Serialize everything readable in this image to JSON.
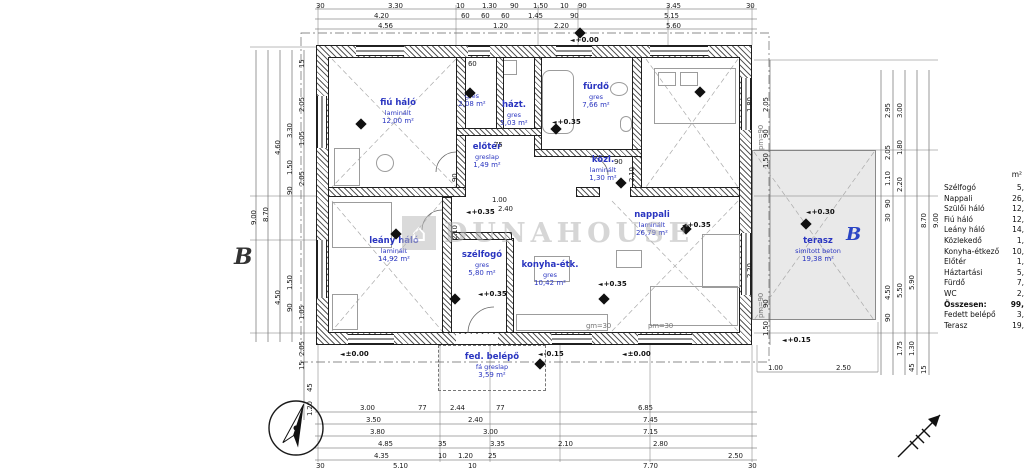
{
  "watermark": {
    "text": "DUNAHOUSE",
    "logo_glyph": "⌂"
  },
  "letters": {
    "section_b": "B"
  },
  "levels": {
    "p000": "+0.00",
    "pm000": "±0.00",
    "p035": "+0.35",
    "p030": "+0.30",
    "p015": "+0.15",
    "m015": "-0.15"
  },
  "rooms": {
    "fiu": {
      "name": "fiú háló",
      "mat": "laminált",
      "area": "12,00 m²"
    },
    "wc": {
      "mat": "gres",
      "area": "2,08 m²"
    },
    "hazt": {
      "name": "házt.",
      "mat": "gres",
      "area": "5,03 m²"
    },
    "furdo": {
      "name": "fürdő",
      "mat": "gres",
      "area": "7,66 m²"
    },
    "eloter": {
      "name": "előtér",
      "mat": "greslap",
      "area": "1,49 m²"
    },
    "kozl": {
      "name": "közl.",
      "mat": "laminált",
      "area": "1,30 m²"
    },
    "nappali": {
      "name": "nappali",
      "mat": "laminált",
      "area": "26,79 m²"
    },
    "leany": {
      "name": "leány háló",
      "mat": "laminált",
      "area": "14,92 m²"
    },
    "szelfogo": {
      "name": "szélfogó",
      "mat": "gres",
      "area": "5,80 m²"
    },
    "konyha": {
      "name": "konyha-étk.",
      "mat": "gres",
      "area": "10,42 m²"
    },
    "terasz": {
      "name": "terasz",
      "mat": "simított beton",
      "area": "19,38 m²"
    },
    "belepo": {
      "name": "fed. belépő",
      "mat": "fá greslap",
      "area": "3,59 m²"
    }
  },
  "legend": {
    "unit_header": "m²",
    "items": [
      {
        "label": "Szélfogó",
        "value": "5,"
      },
      {
        "label": "Nappali",
        "value": "26,"
      },
      {
        "label": "Szülői háló",
        "value": "12,"
      },
      {
        "label": "Fiú háló",
        "value": "12,"
      },
      {
        "label": "Leány háló",
        "value": "14,"
      },
      {
        "label": "Közlekedő",
        "value": "1,"
      },
      {
        "label": "Konyha-étkező",
        "value": "10,"
      },
      {
        "label": "Előtér",
        "value": "1,"
      },
      {
        "label": "Háztartási",
        "value": "5,"
      },
      {
        "label": "Fürdő",
        "value": "7,"
      },
      {
        "label": "WC",
        "value": "2,"
      },
      {
        "label": "Összesen:",
        "value": "99,"
      },
      {
        "label": "Fedett belépő",
        "value": "3,"
      },
      {
        "label": "Terasz",
        "value": "19,"
      }
    ]
  },
  "dims": {
    "top1": [
      "30",
      "3.30",
      "10",
      "1.30",
      "90",
      "1.50",
      "10",
      "90",
      "3.45",
      "30"
    ],
    "top2": [
      "4.20",
      "60",
      "60",
      "60",
      "1.45",
      "90",
      "5.15"
    ],
    "top3": [
      "4.56",
      "1.20",
      "2.20",
      "5.60"
    ],
    "bottom1": [
      "3.00",
      "77",
      "2.44",
      "77",
      "6.85"
    ],
    "bottom2": [
      "3.50",
      "2.40",
      "7.45"
    ],
    "bottom3": [
      "3.80",
      "3.00",
      "7.15"
    ],
    "bottom4": [
      "4.85",
      "35",
      "3.35",
      "2.10",
      "2.80"
    ],
    "bottom5": [
      "4.35",
      "10",
      "1.20",
      "25",
      "2.50"
    ],
    "bottom6": [
      "30",
      "5.10",
      "10",
      "7.70",
      "30"
    ],
    "terr_bottom": [
      "1.00",
      "2.50"
    ],
    "leftA": [
      "9.00"
    ],
    "leftB": [
      "8.70"
    ],
    "leftC": [
      "4.60",
      "4.50"
    ],
    "leftD": [
      "3.30",
      "1.50",
      "90",
      "1.50",
      "90"
    ],
    "leftE": [
      "15",
      "2.05",
      "1.05",
      "2.05",
      "1.05",
      "2.05",
      "15",
      "45",
      "1.20"
    ],
    "rightA": [
      "2.05",
      "90",
      "1.50",
      "90",
      "1.50"
    ],
    "rightB": [
      "2.95",
      "2.05",
      "1.10",
      "90",
      "30",
      "4.50",
      "90"
    ],
    "rightC": [
      "3.00",
      "1.80",
      "2.20",
      "5.50",
      "1.75"
    ],
    "rightD": [
      "5.90",
      "1.30",
      "45"
    ],
    "rightE": [
      "8.70",
      "15"
    ],
    "rightF": [
      "9.00"
    ],
    "inner": [
      "90",
      "75",
      "2.10",
      "1.00",
      "2.40",
      "2.10",
      "90",
      "1.80",
      "60",
      "2.20"
    ],
    "pm": [
      "pm=90",
      "pm=90",
      "gm=30",
      "pm=30"
    ]
  }
}
